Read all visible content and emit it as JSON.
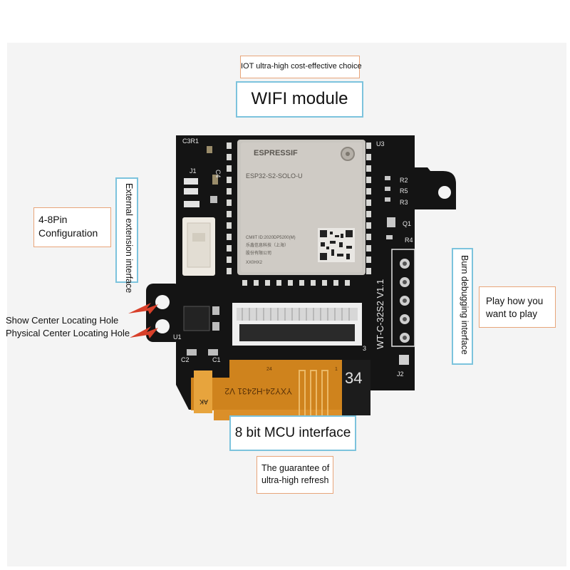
{
  "callouts": {
    "iot_tagline": "IOT ultra-high cost-effective choice",
    "wifi_module": "WIFI module",
    "pin_config_line1": "4-8Pin",
    "pin_config_line2": "Configuration",
    "external_extension": "External extension interface",
    "center_hole_show": "Show Center Locating Hole",
    "center_hole_physical": "Physical Center Locating Hole",
    "burn_debugging": "Burn debugging interface",
    "play_line1": "Play how you",
    "play_line2": "want to play",
    "mcu_interface": "8 bit MCU interface",
    "refresh_line1": "The guarantee of",
    "refresh_line2": "ultra-high refresh"
  },
  "board": {
    "module_brand": "ESPRESSIF",
    "module_model": "ESP32-S2-SOLO-U",
    "module_cert": "CMIIT ID:2020DP5200(M)",
    "module_maker_cn": "乐鑫信息科技（上海）",
    "module_maker_cn2": "股份有限公司",
    "module_code": "XX0HX2",
    "board_name": "WT-C-32S2 V1.1",
    "flex_text": "YXY24-H2431 V2",
    "flex_pin": "24",
    "flex_pin1": "1",
    "flex_mark": "AK",
    "label_c3r1": "C3R1",
    "label_j1": "J1",
    "label_c4": "C4",
    "label_u3": "U3",
    "label_r2": "R2",
    "label_r5": "R5",
    "label_r3": "R3",
    "label_q1": "Q1",
    "label_r4": "R4",
    "label_u1": "U1",
    "label_c2": "C2",
    "label_c1": "C1",
    "label_j2": "J2",
    "label_j3": "3",
    "label_t34": "34"
  },
  "colors": {
    "pcb": "#141414",
    "module_shield": "#c9c6c0",
    "flex_cable": "#d9891e",
    "callout_orange": "#e8a57a",
    "callout_blue": "#7cc3dd",
    "arrow_red": "#d8402a"
  }
}
